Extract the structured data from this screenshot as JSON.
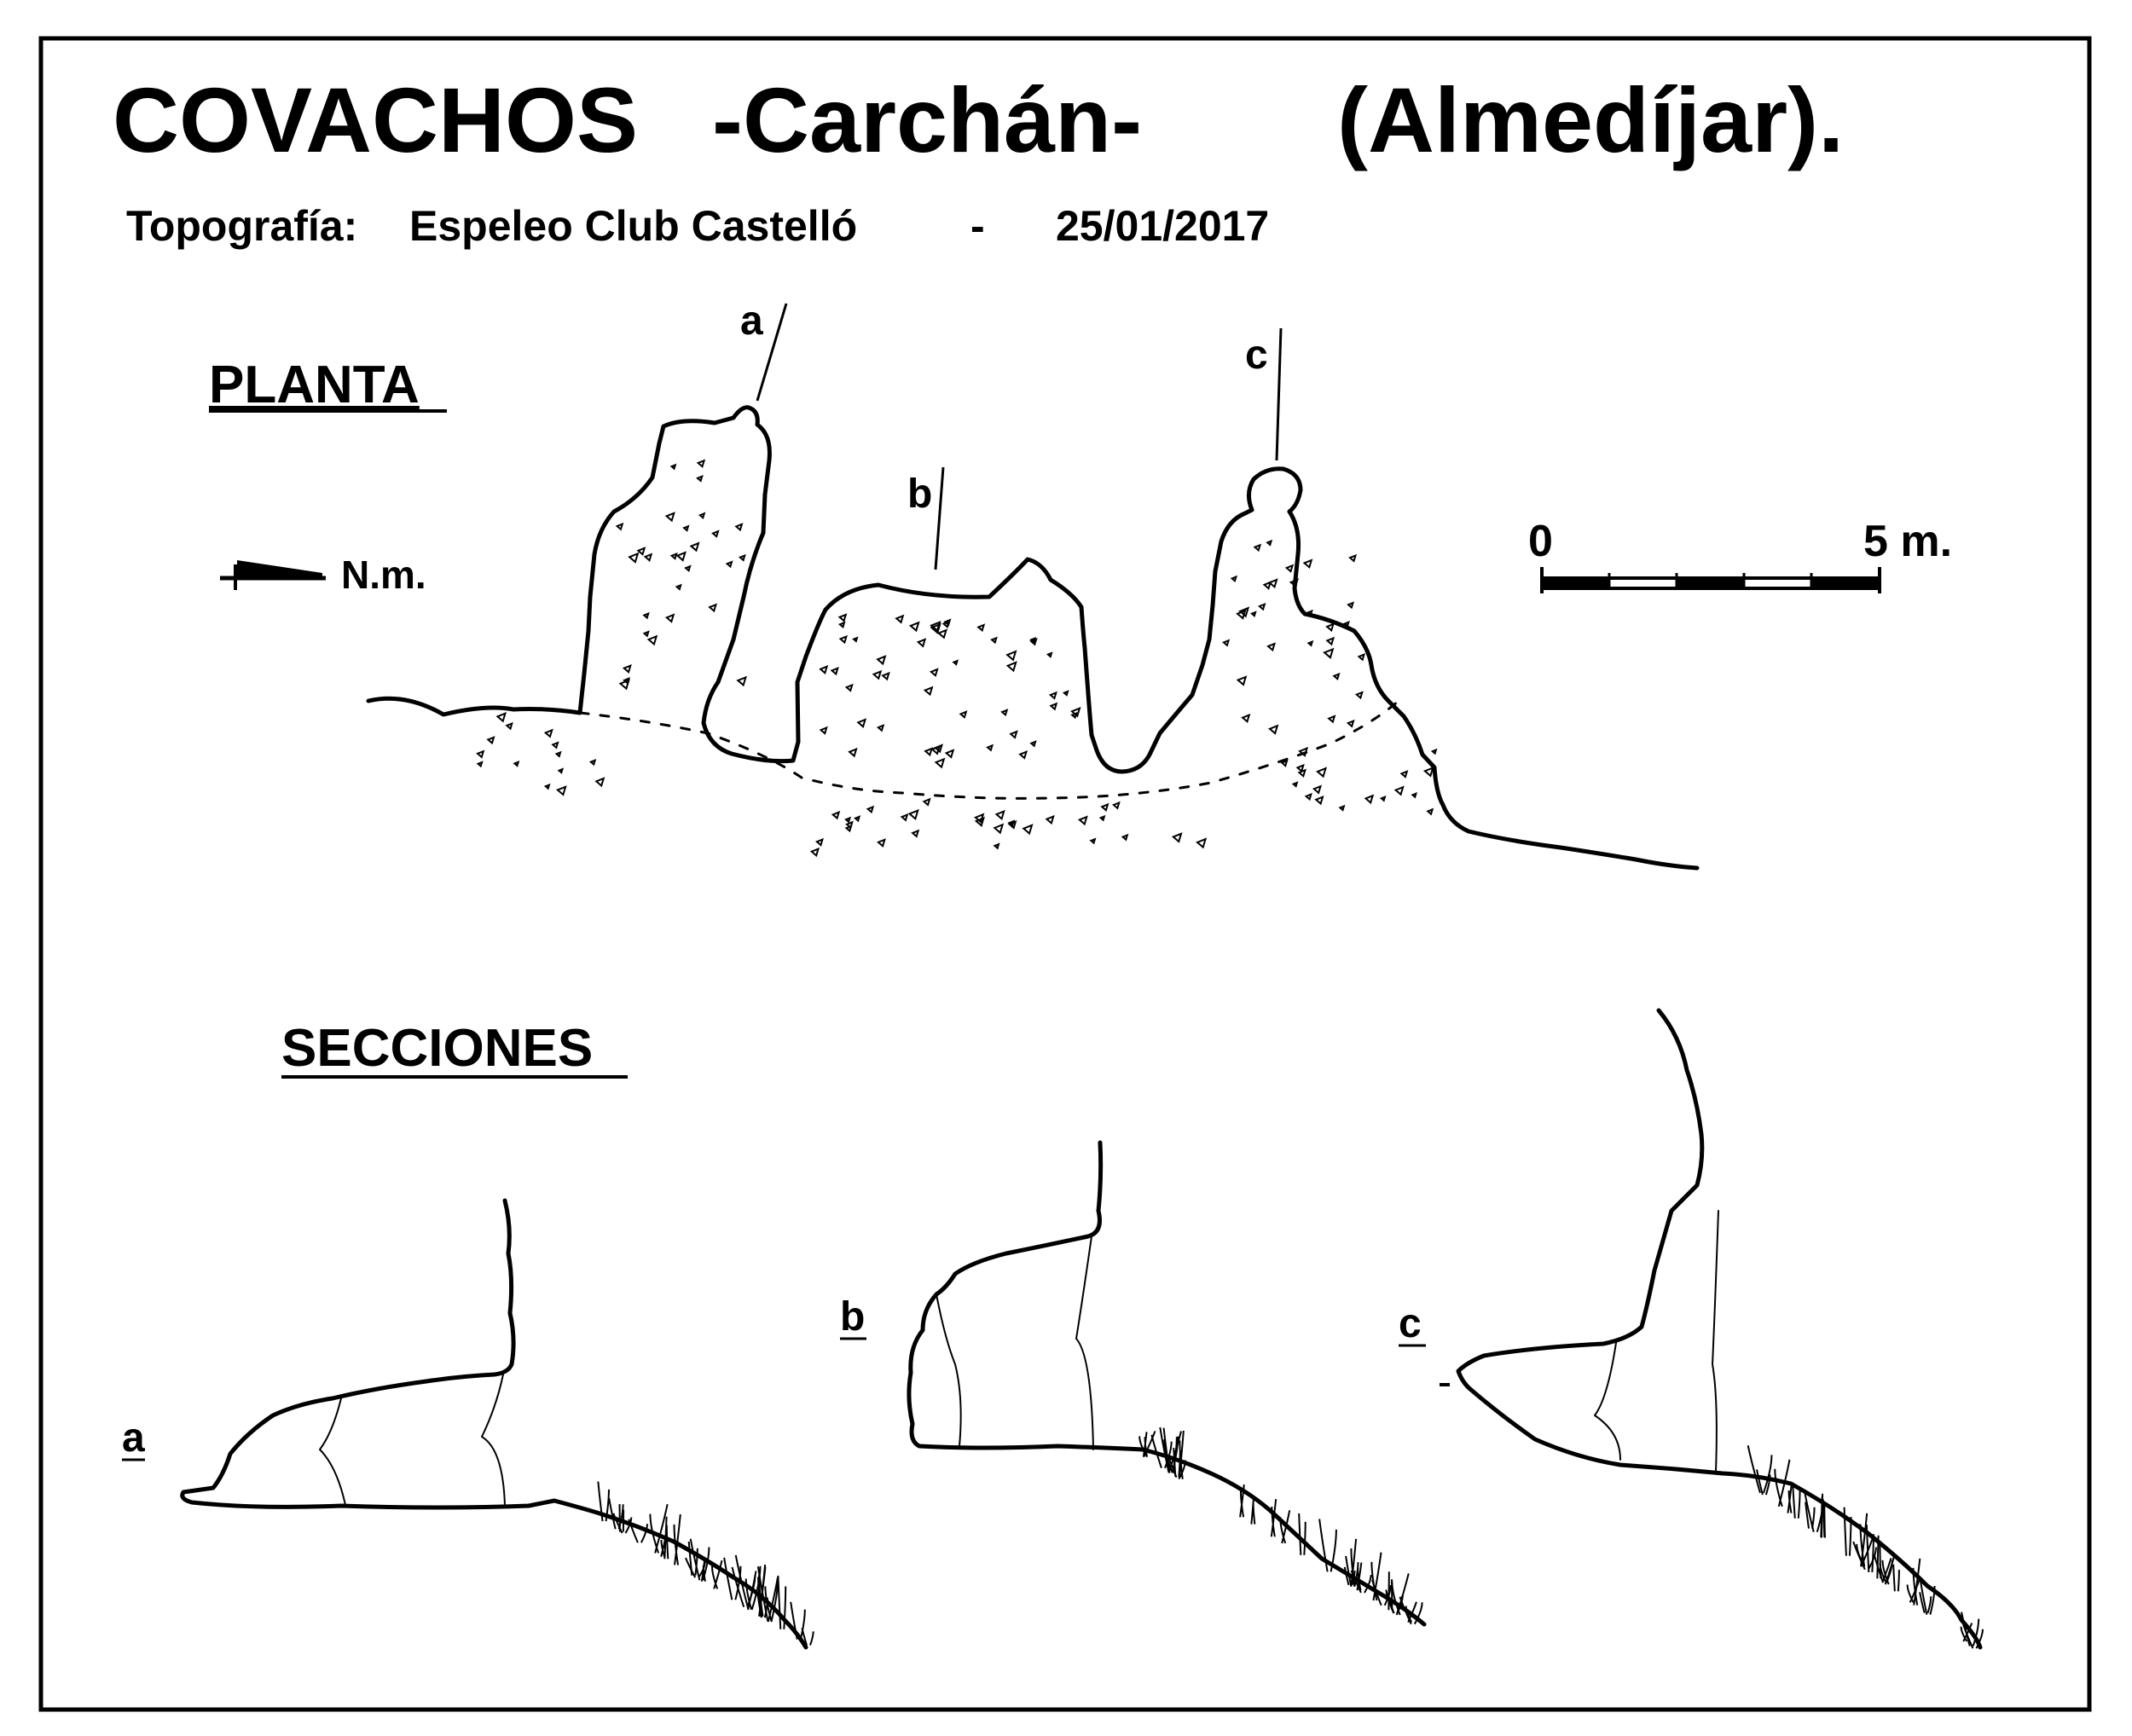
{
  "title": {
    "main": "COVACHOS",
    "place": "-Carchán-",
    "region": "(Almedíjar)."
  },
  "subtitle": {
    "label": "Topografía:",
    "author": "Espeleo Club Castelló",
    "separator": "-",
    "date": "25/01/2017"
  },
  "plan": {
    "heading": "PLANTA",
    "north_label": "N.m.",
    "section_marks": [
      "a",
      "b",
      "c"
    ]
  },
  "scale_bar": {
    "start_label": "0",
    "end_label": "5 m.",
    "divisions": 5
  },
  "sections": {
    "heading": "SECCIONES",
    "items": [
      {
        "label": "a"
      },
      {
        "label": "b"
      },
      {
        "label": "c"
      }
    ]
  },
  "colors": {
    "ink": "#000000",
    "paper": "#ffffff"
  }
}
